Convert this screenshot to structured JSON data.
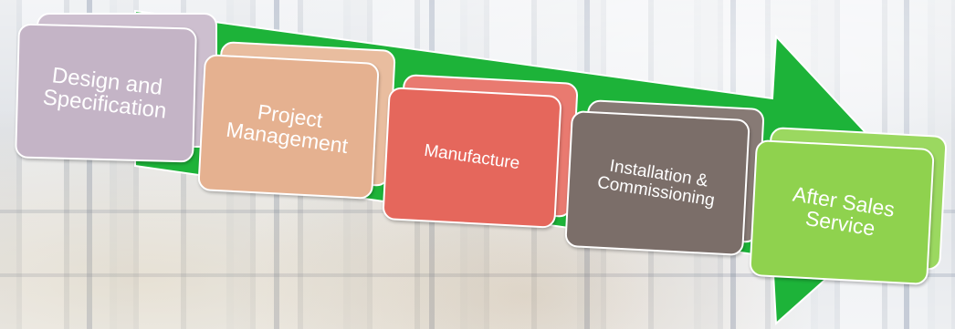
{
  "diagram": {
    "arrow_color": "#1db339",
    "steps": [
      {
        "label": "Design and\nSpecification",
        "color": "#c4b4c6",
        "back_color": "#cdbfcf"
      },
      {
        "label": "Project\nManagement",
        "color": "#e5b190",
        "back_color": "#e9bd9f"
      },
      {
        "label": "Manufacture",
        "color": "#e5675c",
        "back_color": "#e97a70"
      },
      {
        "label": "Installation  &\nCommissioning",
        "color": "#7b6e69",
        "back_color": "#877a75"
      },
      {
        "label": "After Sales\nService",
        "color": "#8fd24e",
        "back_color": "#9bd860"
      }
    ]
  }
}
